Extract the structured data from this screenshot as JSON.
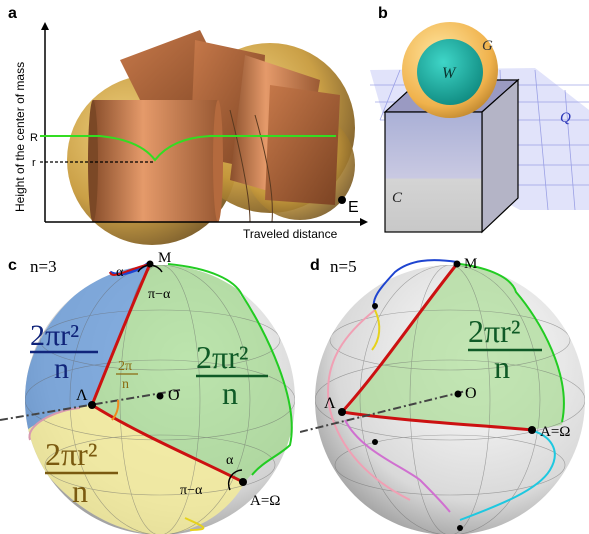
{
  "panel_a": {
    "letter": "a",
    "ylabel": "Height of the center of mass",
    "xlabel": "Traveled distance",
    "tick_R": "R",
    "tick_r": "r",
    "end_label": "E"
  },
  "panel_b": {
    "letter": "b",
    "label_G": "G",
    "label_W": "W",
    "label_Q": "Q",
    "label_C": "C"
  },
  "panel_c": {
    "letter": "c",
    "n_label": "n=3",
    "M": "M",
    "O": "O",
    "Lambda": "Λ",
    "A_Omega": "A=Ω",
    "alpha_top": "α",
    "pi_minus_alpha_top": "π−α",
    "alpha_bottom": "α",
    "pi_minus_alpha_bottom": "π−α",
    "angle_num": "2π",
    "angle_den": "n",
    "area_num": "2πr²",
    "area_den": "n"
  },
  "panel_d": {
    "letter": "d",
    "n_label": "n=5",
    "M": "M",
    "O": "O",
    "Lambda": "Λ",
    "A_Omega": "A=Ω",
    "area_num": "2πr²",
    "area_den": "n"
  }
}
